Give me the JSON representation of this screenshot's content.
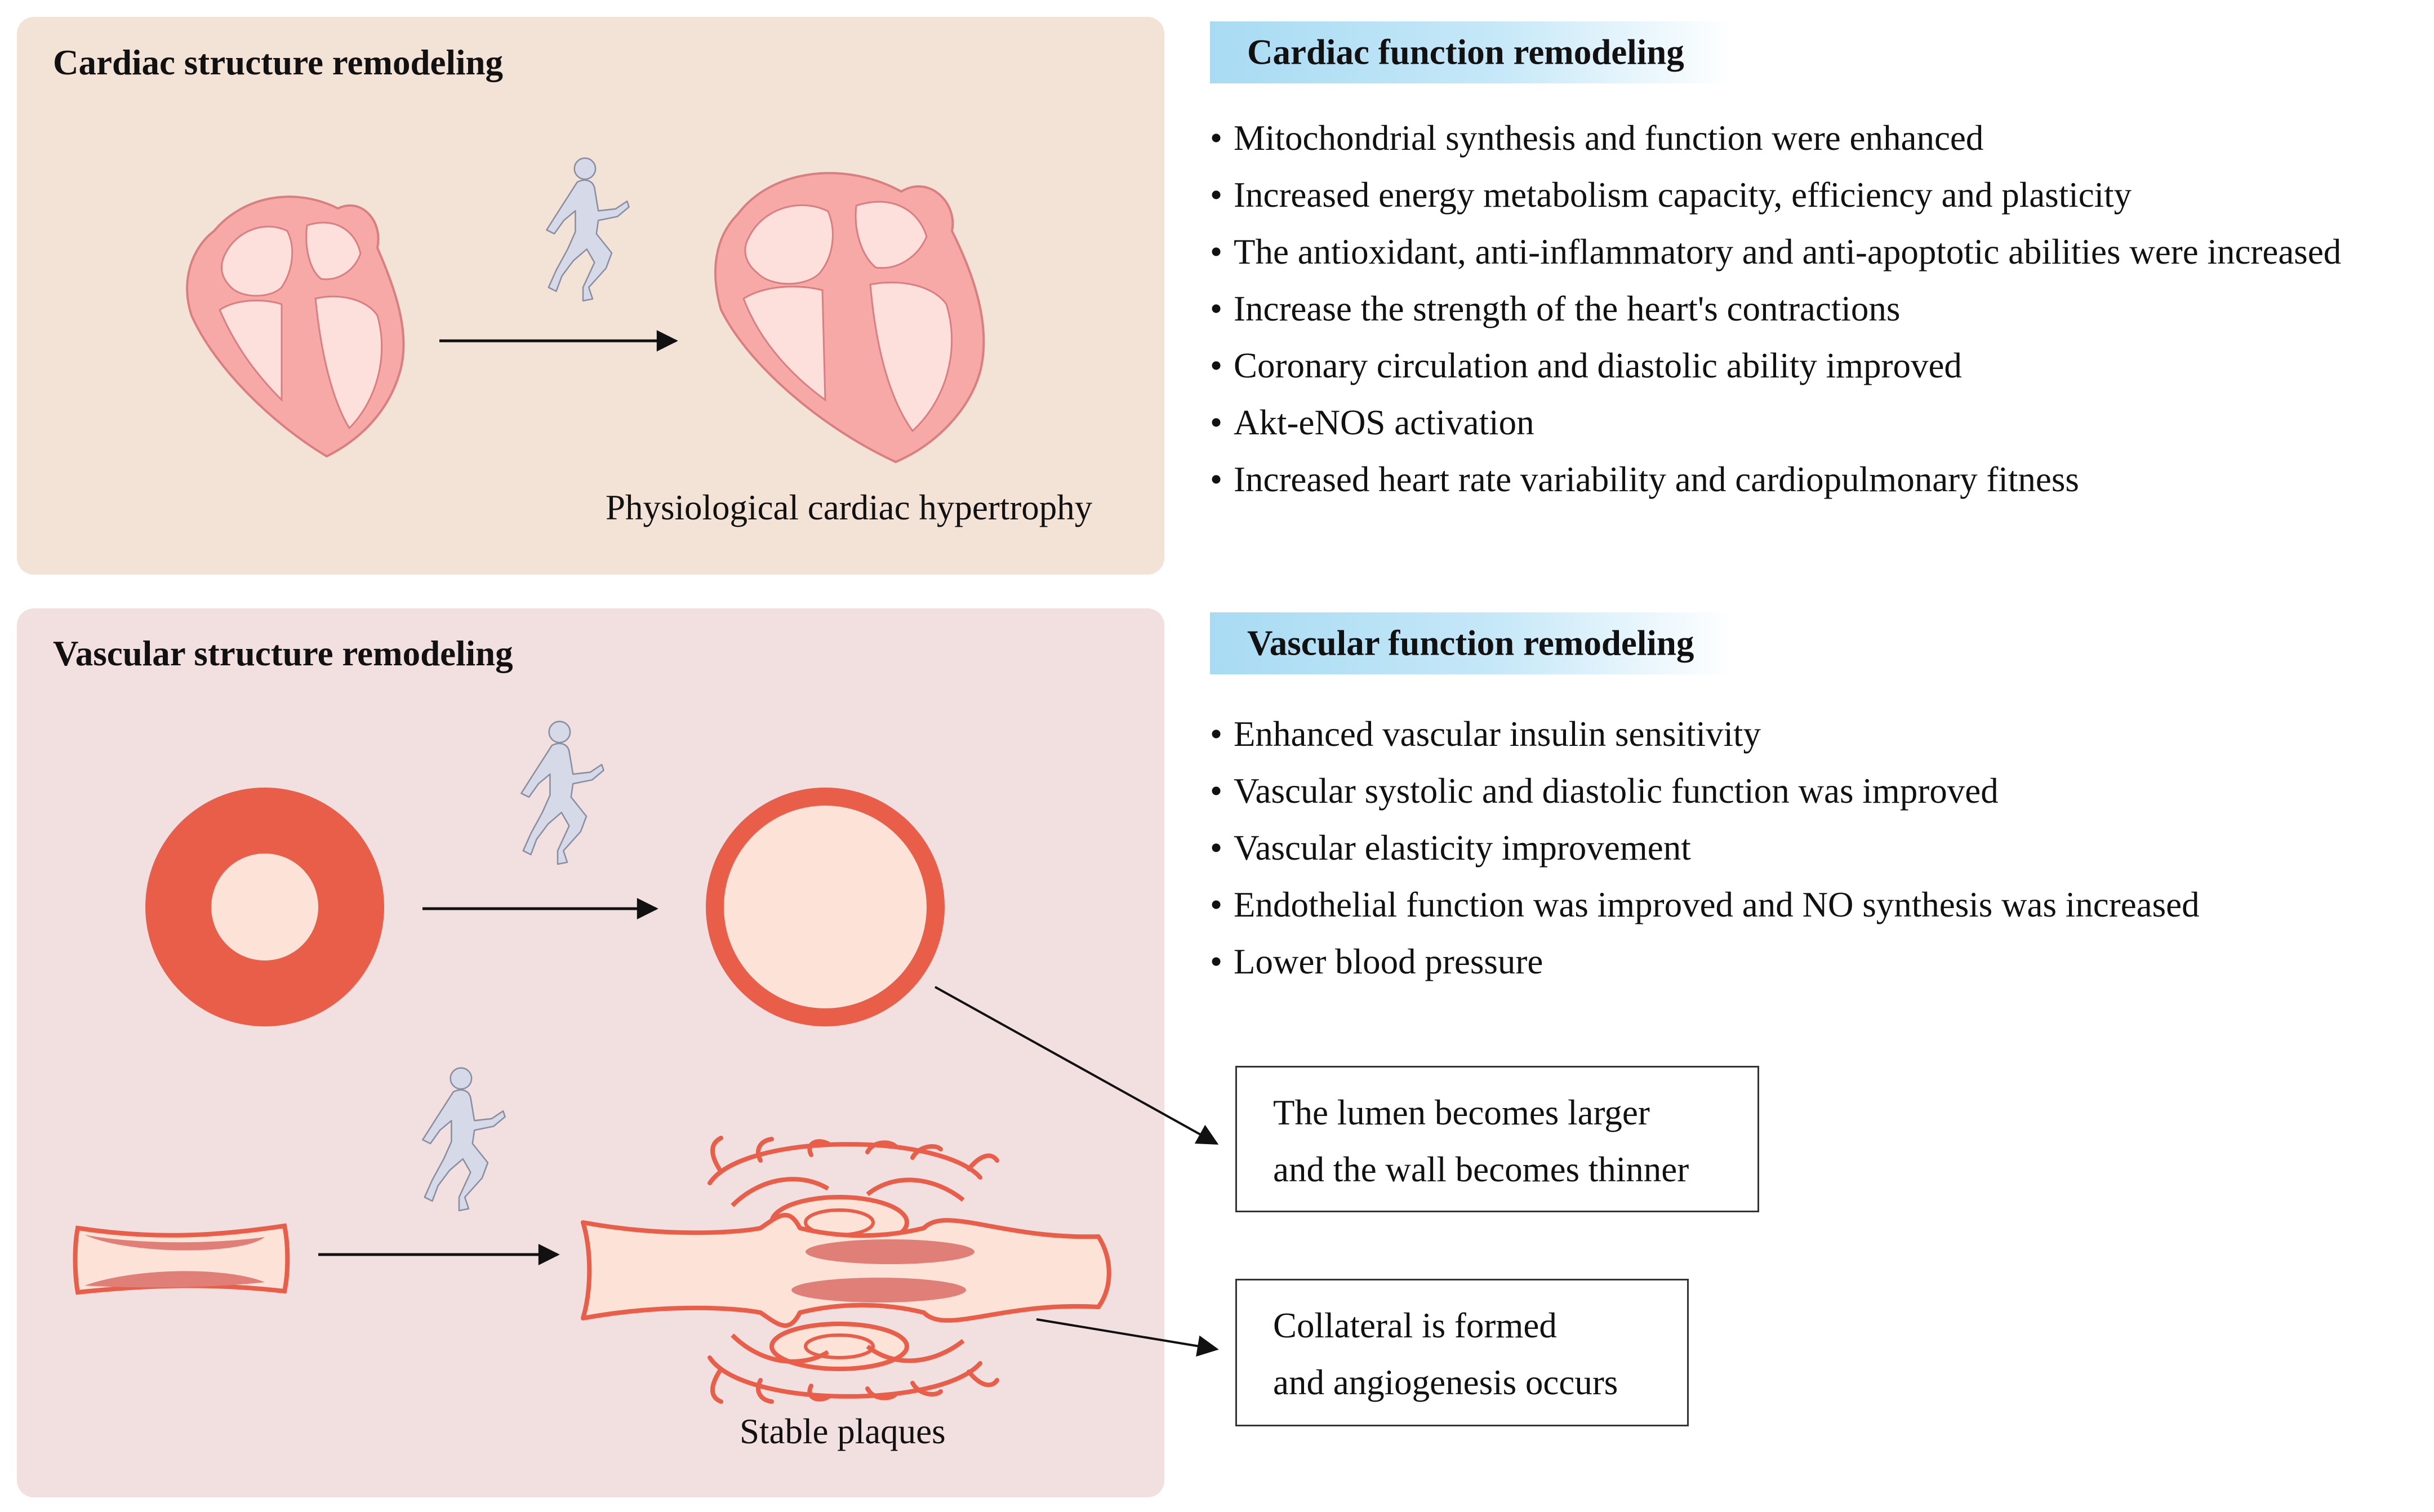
{
  "cardiac_structure": {
    "title": "Cardiac structure remodeling",
    "caption": "Physiological cardiac hypertrophy"
  },
  "cardiac_function": {
    "title": "Cardiac function remodeling",
    "items": [
      "Mitochondrial synthesis and function were enhanced",
      "Increased energy metabolism capacity, efficiency and plasticity",
      "The antioxidant, anti-inflammatory and anti-apoptotic abilities were increased",
      "Increase the strength of the heart's contractions",
      "Coronary circulation and diastolic ability improved",
      "Akt-eNOS activation",
      "Increased heart rate variability and cardiopulmonary fitness"
    ]
  },
  "vascular_structure": {
    "title": "Vascular structure remodeling",
    "caption": "Stable plaques"
  },
  "vascular_function": {
    "title": "Vascular function remodeling",
    "items": [
      "Enhanced vascular insulin sensitivity",
      "Vascular systolic and diastolic function was improved",
      "Vascular elasticity improvement",
      "Endothelial function was improved and NO synthesis was increased",
      "Lower blood pressure"
    ]
  },
  "notes": {
    "lumen": {
      "line1": "The lumen becomes larger",
      "line2": "and the wall becomes thinner"
    },
    "collateral": {
      "line1": "Collateral is formed",
      "line2": "and angiogenesis occurs"
    }
  },
  "colors": {
    "cardiac_panel": "#f3e3d7",
    "vascular_panel": "#f2dfe0",
    "banner": "#a8dbf3",
    "heart_wall": "#f7a9a8",
    "heart_chamber": "#fde0dc",
    "vessel_wall": "#e85e48",
    "vessel_lumen": "#fde2d7",
    "runner": "#d5d9e8"
  },
  "icons": [
    "heart-icon",
    "runner-icon",
    "arrow-icon",
    "vessel-cross-section-icon",
    "artery-icon"
  ]
}
